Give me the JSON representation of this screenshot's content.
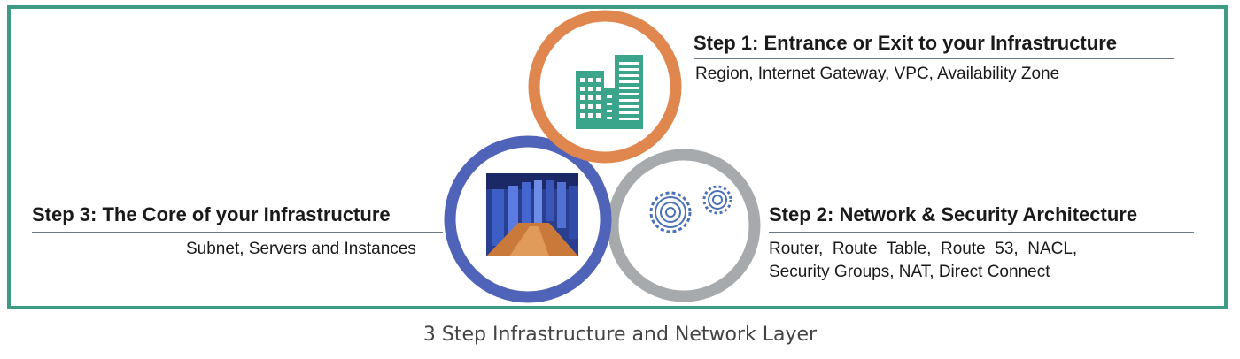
{
  "steps": [
    {
      "title": "Step 1: Entrance or Exit to your Infrastructure",
      "description_lines": [
        "Region, Internet Gateway, VPC, Availability Zone"
      ],
      "ring_color": "#e0864f",
      "icon": "buildings-icon"
    },
    {
      "title": "Step 2: Network & Security Architecture",
      "description_lines": [
        "Router,  Route  Table,  Route  53,  NACL,",
        "Security Groups, NAT, Direct Connect"
      ],
      "ring_color": "#a7aaad",
      "icon": "gears-icon"
    },
    {
      "title": "Step 3: The Core of your Infrastructure",
      "description_lines": [
        "Subnet, Servers and Instances"
      ],
      "ring_color": "#4f63b8",
      "icon": "server-room-photo"
    }
  ],
  "colors": {
    "frame_border": "#3e9c84",
    "icon_teal": "#3aa58a",
    "gear_blue": "#4b72b8"
  },
  "caption": "3 Step Infrastructure and Network Layer"
}
